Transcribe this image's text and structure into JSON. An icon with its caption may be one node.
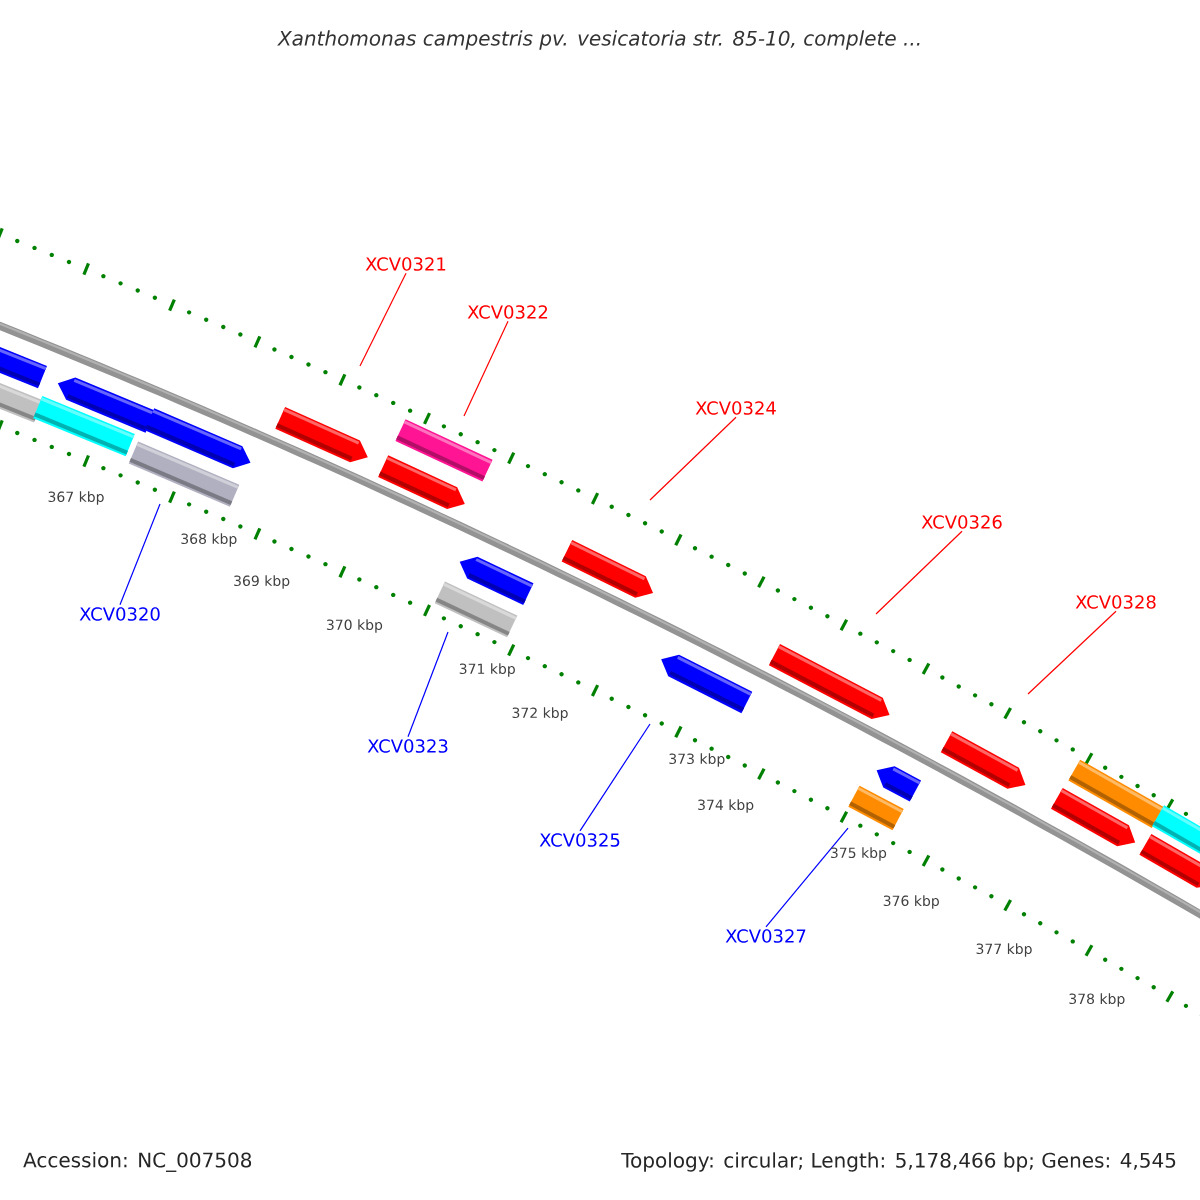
{
  "diagram": {
    "title": "Xanthomonas campestris pv. vesicatoria str. 85-10, complete ...",
    "nodes": [
      {
        "text": [
          "XCV0321"
        ]
      },
      {
        "text": [
          "XCV0322"
        ]
      },
      {
        "text": [
          "XCV0324"
        ]
      },
      {
        "text": [
          "XCV0326"
        ]
      },
      {
        "text": [
          "XCV0328"
        ]
      },
      {
        "text": [
          "XCV0320"
        ]
      },
      {
        "text": [
          "XCV0323"
        ]
      },
      {
        "text": [
          "XCV0325"
        ]
      },
      {
        "text": [
          "XCV0327"
        ]
      }
    ],
    "edges": [
      {
        "from": 0,
        "to": null,
        "arrow": "none"
      },
      {
        "from": 1,
        "to": null,
        "arrow": "none"
      },
      {
        "from": 2,
        "to": null,
        "arrow": "none"
      },
      {
        "from": 3,
        "to": null,
        "arrow": "none"
      },
      {
        "from": 4,
        "to": null,
        "arrow": "none"
      },
      {
        "from": 5,
        "to": null,
        "arrow": "none",
        "color": "#0000ff"
      },
      {
        "from": 6,
        "to": null,
        "arrow": "none",
        "color": "#0000ff"
      },
      {
        "from": 7,
        "to": null,
        "arrow": "none",
        "color": "#0000ff"
      },
      {
        "from": 8,
        "to": null,
        "arrow": "none",
        "color": "#0000ff"
      }
    ],
    "labels": [
      "367 kbp",
      "368 kbp",
      "369 kbp",
      "370 kbp",
      "371 kbp",
      "372 kbp",
      "373 kbp",
      "374 kbp",
      "375 kbp",
      "376 kbp",
      "377 kbp",
      "378 kbp",
      "Accession: NC_007508",
      "Topology: circular; Length: 5,178,466 bp; Genes: 4,545"
    ]
  }
}
